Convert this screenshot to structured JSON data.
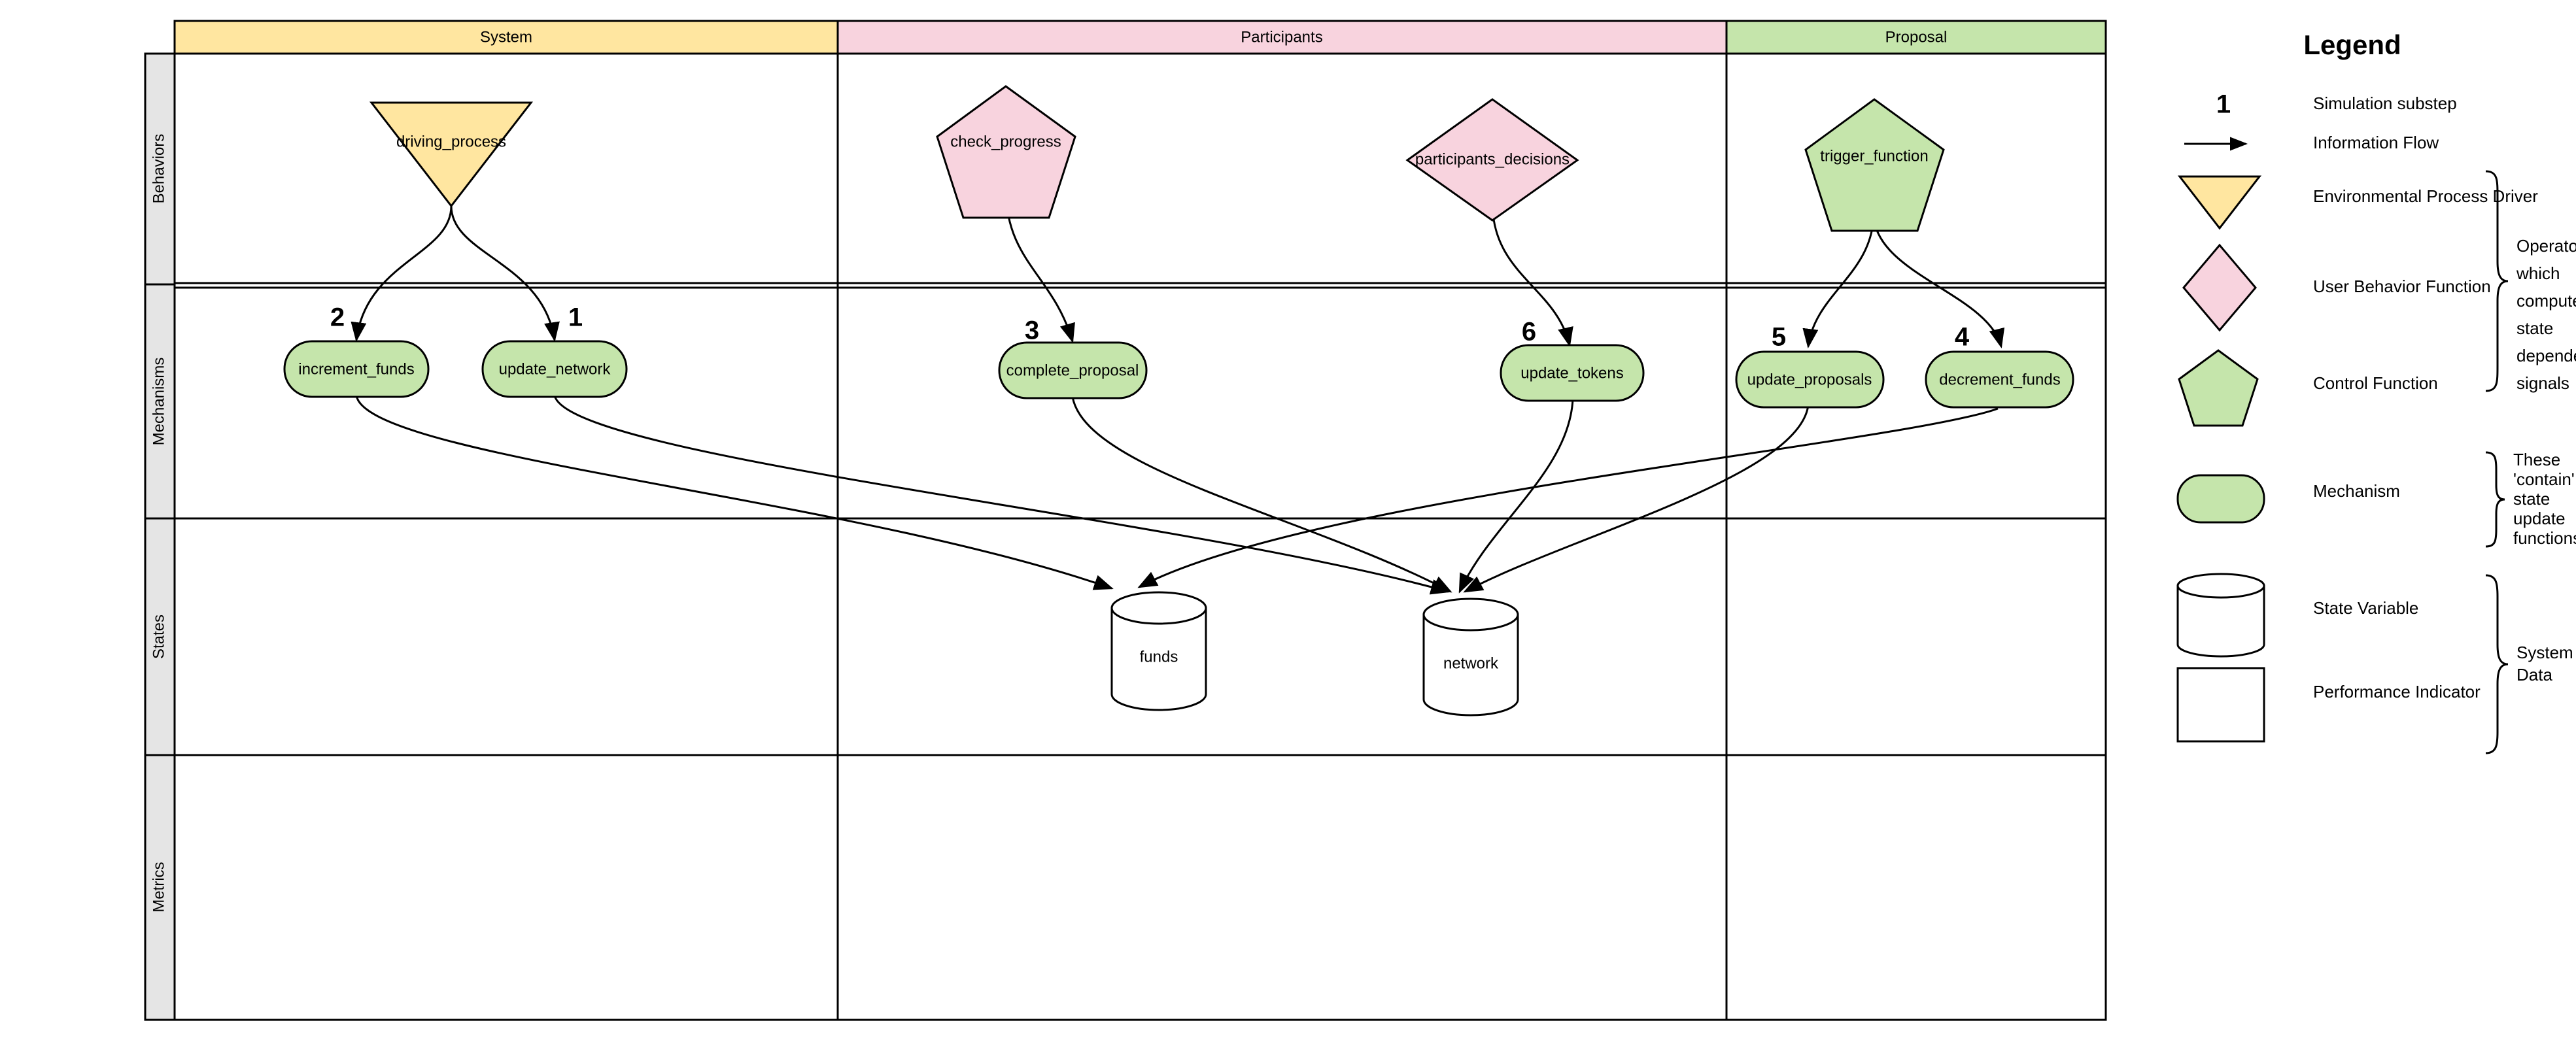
{
  "diagram": {
    "title": "Legend",
    "columns": [
      {
        "id": "system",
        "label": "System",
        "color": "#ffe6a0"
      },
      {
        "id": "participants",
        "label": "Participants",
        "color": "#f8d3de"
      },
      {
        "id": "proposal",
        "label": "Proposal",
        "color": "#c5e5ab"
      }
    ],
    "rows": [
      {
        "id": "behaviors",
        "label": "Behaviors"
      },
      {
        "id": "mechanisms",
        "label": "Mechanisms"
      },
      {
        "id": "states",
        "label": "States"
      },
      {
        "id": "metrics",
        "label": "Metrics"
      }
    ],
    "nodes": [
      {
        "id": "driving_process",
        "label": "driving_process",
        "shape": "triangle-down",
        "row": "behaviors",
        "column": "system",
        "fill": "#ffe6a0"
      },
      {
        "id": "check_progress",
        "label": "check_progress",
        "shape": "pentagon",
        "row": "behaviors",
        "column": "participants",
        "fill": "#f8d3de"
      },
      {
        "id": "participants_decisions",
        "label": "participants_decisions",
        "shape": "diamond",
        "row": "behaviors",
        "column": "participants",
        "fill": "#f8d3de"
      },
      {
        "id": "trigger_function",
        "label": "trigger_function",
        "shape": "pentagon",
        "row": "behaviors",
        "column": "proposal",
        "fill": "#c5e5ab"
      },
      {
        "id": "increment_funds",
        "label": "increment_funds",
        "shape": "stadium",
        "row": "mechanisms",
        "column": "system",
        "fill": "#c5e5ab"
      },
      {
        "id": "update_network",
        "label": "update_network",
        "shape": "stadium",
        "row": "mechanisms",
        "column": "system",
        "fill": "#c5e5ab"
      },
      {
        "id": "complete_proposal",
        "label": "complete_proposal",
        "shape": "stadium",
        "row": "mechanisms",
        "column": "participants",
        "fill": "#c5e5ab"
      },
      {
        "id": "update_tokens",
        "label": "update_tokens",
        "shape": "stadium",
        "row": "mechanisms",
        "column": "participants",
        "fill": "#c5e5ab"
      },
      {
        "id": "update_proposals",
        "label": "update_proposals",
        "shape": "stadium",
        "row": "mechanisms",
        "column": "proposal",
        "fill": "#c5e5ab"
      },
      {
        "id": "decrement_funds",
        "label": "decrement_funds",
        "shape": "stadium",
        "row": "mechanisms",
        "column": "proposal",
        "fill": "#c5e5ab"
      },
      {
        "id": "funds",
        "label": "funds",
        "shape": "cylinder",
        "row": "states",
        "column": "participants",
        "fill": "#ffffff"
      },
      {
        "id": "network",
        "label": "network",
        "shape": "cylinder",
        "row": "states",
        "column": "participants",
        "fill": "#ffffff"
      }
    ],
    "substeps": [
      {
        "number": "1",
        "target": "update_network"
      },
      {
        "number": "2",
        "target": "increment_funds"
      },
      {
        "number": "3",
        "target": "complete_proposal"
      },
      {
        "number": "4",
        "target": "decrement_funds"
      },
      {
        "number": "5",
        "target": "update_proposals"
      },
      {
        "number": "6",
        "target": "update_tokens"
      }
    ],
    "edges": [
      {
        "from": "driving_process",
        "to": "increment_funds"
      },
      {
        "from": "driving_process",
        "to": "update_network"
      },
      {
        "from": "check_progress",
        "to": "complete_proposal"
      },
      {
        "from": "participants_decisions",
        "to": "update_tokens"
      },
      {
        "from": "trigger_function",
        "to": "update_proposals"
      },
      {
        "from": "trigger_function",
        "to": "decrement_funds"
      },
      {
        "from": "increment_funds",
        "to": "funds"
      },
      {
        "from": "update_network",
        "to": "network"
      },
      {
        "from": "complete_proposal",
        "to": "network"
      },
      {
        "from": "update_tokens",
        "to": "network"
      },
      {
        "from": "update_proposals",
        "to": "network"
      },
      {
        "from": "decrement_funds",
        "to": "funds"
      }
    ]
  },
  "legend": {
    "title": "Legend",
    "items": [
      {
        "id": "simulation-substep",
        "glyph": "number-one",
        "label": "Simulation substep"
      },
      {
        "id": "information-flow",
        "glyph": "arrow",
        "label": "Information Flow"
      },
      {
        "id": "environmental-process",
        "glyph": "triangle-down",
        "label": "Environmental Process Driver",
        "fill": "#ffe6a0"
      },
      {
        "id": "user-behavior-function",
        "glyph": "diamond",
        "label": "User Behavior Function",
        "fill": "#f8d3de"
      },
      {
        "id": "control-function",
        "glyph": "pentagon",
        "label": "Control Function",
        "fill": "#c5e5ab"
      },
      {
        "id": "mechanism",
        "glyph": "stadium",
        "label": "Mechanism",
        "fill": "#c5e5ab"
      },
      {
        "id": "state-variable",
        "glyph": "cylinder",
        "label": "State Variable",
        "fill": "#ffffff"
      },
      {
        "id": "performance-indicator",
        "glyph": "rectangle",
        "label": "Performance Indicator",
        "fill": "#ffffff"
      }
    ],
    "substep_sample": "1",
    "braces": [
      {
        "id": "operators-brace",
        "lines": [
          "Operators",
          "which",
          "computes",
          "state",
          "dependent",
          "signals"
        ]
      },
      {
        "id": "mechanism-brace",
        "lines": [
          "These",
          "'contain'",
          "state",
          "update",
          "functions"
        ]
      },
      {
        "id": "system-data-brace",
        "lines": [
          "System",
          "Data"
        ]
      }
    ]
  }
}
